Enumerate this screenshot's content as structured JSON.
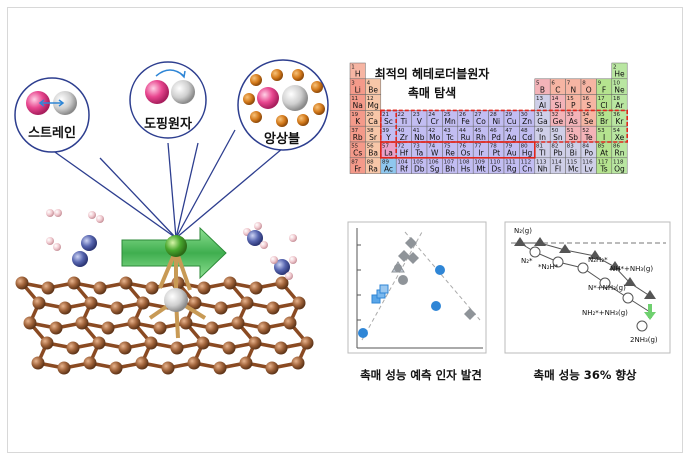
{
  "labels": {
    "strain": "스트레인",
    "doping": "도핑원자",
    "bonding": "앙상블",
    "pt_title_line1": "최적의 헤테로더블원자",
    "pt_title_line2": "촉매 탐색",
    "caption_left": "촉매 성능 예측 인자 발견",
    "caption_right": "촉매 성능 36% 향상"
  },
  "energy_labels": {
    "n2": "N₂(g)",
    "n2h_star": "N₂*",
    "n2h": "*N₂H*",
    "n2h2": "N₂H₂*",
    "nh_nh3": "NH*+NH₃(g)",
    "n_nh3": "N*+NH₃(g)",
    "nh2_nh3": "NH₂*+NH₃(g)",
    "nh3": "2NH₃(g)"
  },
  "periodic_table": {
    "cells": [
      {
        "n": "1",
        "s": "H",
        "r": 0,
        "c": 0,
        "t": "nm"
      },
      {
        "n": "2",
        "s": "He",
        "r": 0,
        "c": 17,
        "t": "ng"
      },
      {
        "n": "3",
        "s": "Li",
        "r": 1,
        "c": 0,
        "t": "am"
      },
      {
        "n": "4",
        "s": "Be",
        "r": 1,
        "c": 1,
        "t": "ae"
      },
      {
        "n": "5",
        "s": "B",
        "r": 1,
        "c": 12,
        "t": "md"
      },
      {
        "n": "6",
        "s": "C",
        "r": 1,
        "c": 13,
        "t": "nm"
      },
      {
        "n": "7",
        "s": "N",
        "r": 1,
        "c": 14,
        "t": "nm"
      },
      {
        "n": "8",
        "s": "O",
        "r": 1,
        "c": 15,
        "t": "nm"
      },
      {
        "n": "9",
        "s": "F",
        "r": 1,
        "c": 16,
        "t": "hl"
      },
      {
        "n": "10",
        "s": "Ne",
        "r": 1,
        "c": 17,
        "t": "ng"
      },
      {
        "n": "11",
        "s": "Na",
        "r": 2,
        "c": 0,
        "t": "am"
      },
      {
        "n": "12",
        "s": "Mg",
        "r": 2,
        "c": 1,
        "t": "ae"
      },
      {
        "n": "13",
        "s": "Al",
        "r": 2,
        "c": 12,
        "t": "pm"
      },
      {
        "n": "14",
        "s": "Si",
        "r": 2,
        "c": 13,
        "t": "md"
      },
      {
        "n": "15",
        "s": "P",
        "r": 2,
        "c": 14,
        "t": "nm"
      },
      {
        "n": "16",
        "s": "S",
        "r": 2,
        "c": 15,
        "t": "nm"
      },
      {
        "n": "17",
        "s": "Cl",
        "r": 2,
        "c": 16,
        "t": "hl"
      },
      {
        "n": "18",
        "s": "Ar",
        "r": 2,
        "c": 17,
        "t": "ng"
      },
      {
        "n": "19",
        "s": "K",
        "r": 3,
        "c": 0,
        "t": "am"
      },
      {
        "n": "20",
        "s": "Ca",
        "r": 3,
        "c": 1,
        "t": "ae"
      },
      {
        "n": "21",
        "s": "Sc",
        "r": 3,
        "c": 2,
        "t": "tm"
      },
      {
        "n": "22",
        "s": "Ti",
        "r": 3,
        "c": 3,
        "t": "tm"
      },
      {
        "n": "23",
        "s": "V",
        "r": 3,
        "c": 4,
        "t": "tm"
      },
      {
        "n": "24",
        "s": "Cr",
        "r": 3,
        "c": 5,
        "t": "tm"
      },
      {
        "n": "25",
        "s": "Mn",
        "r": 3,
        "c": 6,
        "t": "tm"
      },
      {
        "n": "26",
        "s": "Fe",
        "r": 3,
        "c": 7,
        "t": "tm"
      },
      {
        "n": "27",
        "s": "Co",
        "r": 3,
        "c": 8,
        "t": "tm"
      },
      {
        "n": "28",
        "s": "Ni",
        "r": 3,
        "c": 9,
        "t": "tm"
      },
      {
        "n": "29",
        "s": "Cu",
        "r": 3,
        "c": 10,
        "t": "tm"
      },
      {
        "n": "30",
        "s": "Zn",
        "r": 3,
        "c": 11,
        "t": "tm"
      },
      {
        "n": "31",
        "s": "Ga",
        "r": 3,
        "c": 12,
        "t": "pm"
      },
      {
        "n": "32",
        "s": "Ge",
        "r": 3,
        "c": 13,
        "t": "md"
      },
      {
        "n": "33",
        "s": "As",
        "r": 3,
        "c": 14,
        "t": "md"
      },
      {
        "n": "34",
        "s": "Se",
        "r": 3,
        "c": 15,
        "t": "nm"
      },
      {
        "n": "35",
        "s": "Br",
        "r": 3,
        "c": 16,
        "t": "hl"
      },
      {
        "n": "36",
        "s": "Kr",
        "r": 3,
        "c": 17,
        "t": "ng"
      },
      {
        "n": "37",
        "s": "Rb",
        "r": 4,
        "c": 0,
        "t": "am"
      },
      {
        "n": "38",
        "s": "Sr",
        "r": 4,
        "c": 1,
        "t": "ae"
      },
      {
        "n": "39",
        "s": "Y",
        "r": 4,
        "c": 2,
        "t": "tm"
      },
      {
        "n": "40",
        "s": "Zr",
        "r": 4,
        "c": 3,
        "t": "tm"
      },
      {
        "n": "41",
        "s": "Nb",
        "r": 4,
        "c": 4,
        "t": "tm"
      },
      {
        "n": "42",
        "s": "Mo",
        "r": 4,
        "c": 5,
        "t": "tm"
      },
      {
        "n": "43",
        "s": "Tc",
        "r": 4,
        "c": 6,
        "t": "tm"
      },
      {
        "n": "44",
        "s": "Ru",
        "r": 4,
        "c": 7,
        "t": "tm"
      },
      {
        "n": "45",
        "s": "Rh",
        "r": 4,
        "c": 8,
        "t": "tm"
      },
      {
        "n": "46",
        "s": "Pd",
        "r": 4,
        "c": 9,
        "t": "tm"
      },
      {
        "n": "47",
        "s": "Ag",
        "r": 4,
        "c": 10,
        "t": "tm"
      },
      {
        "n": "48",
        "s": "Cd",
        "r": 4,
        "c": 11,
        "t": "tm"
      },
      {
        "n": "49",
        "s": "In",
        "r": 4,
        "c": 12,
        "t": "pm"
      },
      {
        "n": "50",
        "s": "Sn",
        "r": 4,
        "c": 13,
        "t": "pm"
      },
      {
        "n": "51",
        "s": "Sb",
        "r": 4,
        "c": 14,
        "t": "md"
      },
      {
        "n": "52",
        "s": "Te",
        "r": 4,
        "c": 15,
        "t": "md"
      },
      {
        "n": "53",
        "s": "I",
        "r": 4,
        "c": 16,
        "t": "hl"
      },
      {
        "n": "54",
        "s": "Xe",
        "r": 4,
        "c": 17,
        "t": "ng"
      },
      {
        "n": "55",
        "s": "Cs",
        "r": 5,
        "c": 0,
        "t": "am"
      },
      {
        "n": "56",
        "s": "Ba",
        "r": 5,
        "c": 1,
        "t": "ae"
      },
      {
        "n": "57",
        "s": "La",
        "r": 5,
        "c": 2,
        "t": "ln"
      },
      {
        "n": "72",
        "s": "Hf",
        "r": 5,
        "c": 3,
        "t": "tm"
      },
      {
        "n": "73",
        "s": "Ta",
        "r": 5,
        "c": 4,
        "t": "tm"
      },
      {
        "n": "74",
        "s": "W",
        "r": 5,
        "c": 5,
        "t": "tm"
      },
      {
        "n": "75",
        "s": "Re",
        "r": 5,
        "c": 6,
        "t": "tm"
      },
      {
        "n": "76",
        "s": "Os",
        "r": 5,
        "c": 7,
        "t": "tm"
      },
      {
        "n": "77",
        "s": "Ir",
        "r": 5,
        "c": 8,
        "t": "tm"
      },
      {
        "n": "78",
        "s": "Pt",
        "r": 5,
        "c": 9,
        "t": "tm"
      },
      {
        "n": "79",
        "s": "Au",
        "r": 5,
        "c": 10,
        "t": "tm"
      },
      {
        "n": "80",
        "s": "Hg",
        "r": 5,
        "c": 11,
        "t": "tm"
      },
      {
        "n": "81",
        "s": "Tl",
        "r": 5,
        "c": 12,
        "t": "pm"
      },
      {
        "n": "82",
        "s": "Pb",
        "r": 5,
        "c": 13,
        "t": "pm"
      },
      {
        "n": "83",
        "s": "Bi",
        "r": 5,
        "c": 14,
        "t": "pm"
      },
      {
        "n": "84",
        "s": "Po",
        "r": 5,
        "c": 15,
        "t": "pm"
      },
      {
        "n": "85",
        "s": "At",
        "r": 5,
        "c": 16,
        "t": "hl"
      },
      {
        "n": "86",
        "s": "Rn",
        "r": 5,
        "c": 17,
        "t": "ng"
      },
      {
        "n": "87",
        "s": "Fr",
        "r": 6,
        "c": 0,
        "t": "am"
      },
      {
        "n": "88",
        "s": "Ra",
        "r": 6,
        "c": 1,
        "t": "ae"
      },
      {
        "n": "89",
        "s": "Ac",
        "r": 6,
        "c": 2,
        "t": "ac"
      },
      {
        "n": "104",
        "s": "Rf",
        "r": 6,
        "c": 3,
        "t": "tm"
      },
      {
        "n": "105",
        "s": "Db",
        "r": 6,
        "c": 4,
        "t": "tm"
      },
      {
        "n": "106",
        "s": "Sg",
        "r": 6,
        "c": 5,
        "t": "tm"
      },
      {
        "n": "107",
        "s": "Bh",
        "r": 6,
        "c": 6,
        "t": "tm"
      },
      {
        "n": "108",
        "s": "Hs",
        "r": 6,
        "c": 7,
        "t": "tm"
      },
      {
        "n": "109",
        "s": "Mt",
        "r": 6,
        "c": 8,
        "t": "tm"
      },
      {
        "n": "110",
        "s": "Ds",
        "r": 6,
        "c": 9,
        "t": "tm"
      },
      {
        "n": "111",
        "s": "Rg",
        "r": 6,
        "c": 10,
        "t": "tm"
      },
      {
        "n": "112",
        "s": "Cn",
        "r": 6,
        "c": 11,
        "t": "tm"
      },
      {
        "n": "113",
        "s": "Nh",
        "r": 6,
        "c": 12,
        "t": "pm"
      },
      {
        "n": "114",
        "s": "Fl",
        "r": 6,
        "c": 13,
        "t": "pm"
      },
      {
        "n": "115",
        "s": "Mc",
        "r": 6,
        "c": 14,
        "t": "pm"
      },
      {
        "n": "116",
        "s": "Lv",
        "r": 6,
        "c": 15,
        "t": "pm"
      },
      {
        "n": "117",
        "s": "Ts",
        "r": 6,
        "c": 16,
        "t": "hl"
      },
      {
        "n": "118",
        "s": "Og",
        "r": 6,
        "c": 17,
        "t": "ng"
      }
    ],
    "colors": {
      "nm": "#f6b5a3",
      "ng": "#b9e6a1",
      "am": "#f49a8a",
      "ae": "#f7c6a8",
      "tm": "#c2bdf2",
      "pm": "#cfcfe8",
      "md": "#f3b3b8",
      "hl": "#b5e38f",
      "ln": "#e8a0c8",
      "ac": "#8fc7ee"
    },
    "highlight_color": "#e0261c"
  },
  "colors": {
    "carbon": "#a0633a",
    "dopant_green": "#3fae3a",
    "arrow_green": "#58c06b",
    "pink_atom": "#e8468f",
    "orange_atom": "#d47a1b",
    "grey_atom": "#bdbdbd",
    "nitrogen_blue": "#4c5aa6",
    "line_blue": "#2d3e8f",
    "marker_blue": "#2f86d6",
    "marker_grey": "#8f9499"
  }
}
